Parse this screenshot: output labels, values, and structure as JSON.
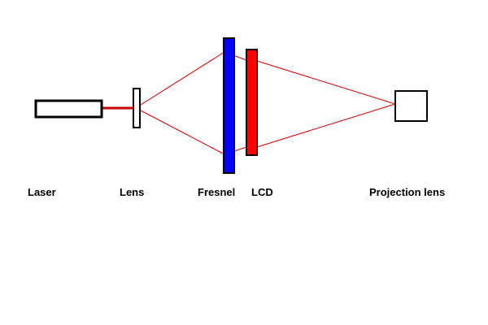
{
  "labels": {
    "laser": "Laser",
    "lens": "Lens",
    "fresnel": "Fresnel",
    "lcd": "LCD",
    "projection_lens": "Projection lens"
  },
  "colors": {
    "beam": "#cc0000",
    "fresnel": "#0000ff",
    "lcd": "#ff0000",
    "outline": "#000000"
  }
}
